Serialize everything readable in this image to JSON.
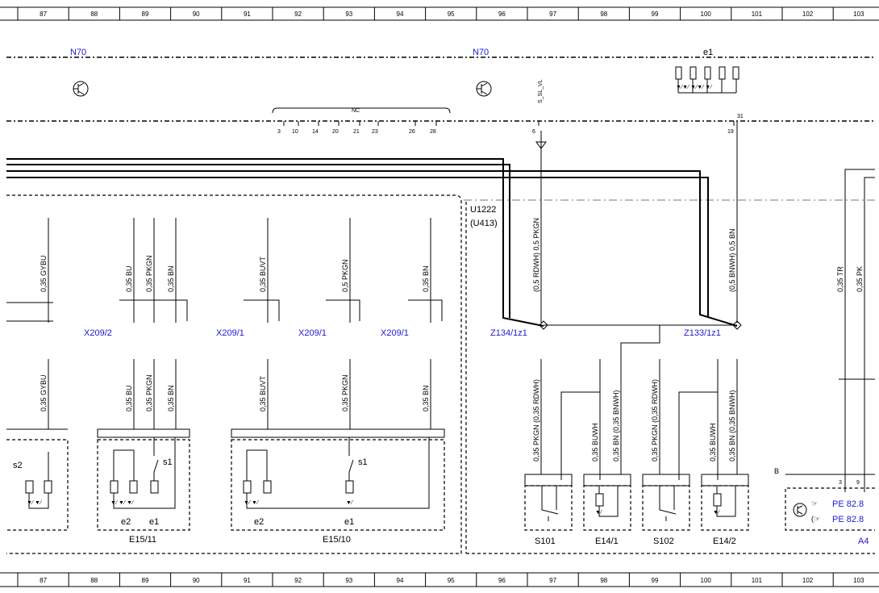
{
  "ruler": [
    "87",
    "88",
    "89",
    "90",
    "91",
    "92",
    "93",
    "94",
    "95",
    "96",
    "97",
    "98",
    "99",
    "100",
    "101",
    "102",
    "103"
  ],
  "modules": {
    "n70_left": "N70",
    "n70_right": "N70",
    "e1_top": "e1",
    "u1222": "U1222",
    "u413": "(U413)",
    "b_label": "B"
  },
  "connector_pins": [
    "3",
    "10",
    "14",
    "20",
    "21",
    "23",
    "26",
    "28",
    "6",
    "19"
  ],
  "nc_label": "NC",
  "signal_label": "S_SL_VL",
  "pin31": "31",
  "upper_wires": [
    {
      "label": "0,35 GYBU"
    },
    {
      "label": "0,35 BU"
    },
    {
      "label": "0,35 PKGN"
    },
    {
      "label": "0,35 BN"
    },
    {
      "label": "0,35 BUVT"
    },
    {
      "label": "0,5 PKGN"
    },
    {
      "label": "0,35 BN"
    },
    {
      "label": "(0,5 RDWH) 0,5 PKGN"
    },
    {
      "label": "(0,5 BNWH) 0,5 BN"
    },
    {
      "label": "0,35 TR"
    },
    {
      "label": "0,35 PK"
    }
  ],
  "connectors": [
    {
      "name": "X209/2"
    },
    {
      "name": "X209/1"
    },
    {
      "name": "X209/1"
    },
    {
      "name": "X209/1"
    }
  ],
  "splices": [
    "Z134/1z1",
    "Z133/1z1"
  ],
  "lower_wires": [
    {
      "label": "0,35 GYBU"
    },
    {
      "label": "0,35 BU"
    },
    {
      "label": "0,35 PKGN"
    },
    {
      "label": "0,35 BN"
    },
    {
      "label": "0,35 BUVT"
    },
    {
      "label": "0,35 PKGN"
    },
    {
      "label": "0,35 BN"
    },
    {
      "label": "0,35 PKGN (0,35 RDWH)"
    },
    {
      "label": "0,35 BUWH"
    },
    {
      "label": "0,35 BN (0,35 BNWH)"
    },
    {
      "label": "0,35 PKGN (0,35 RDWH)"
    },
    {
      "label": "0,35 BUWH"
    },
    {
      "label": "0,35 BN (0,35 BNWH)"
    }
  ],
  "components": {
    "e15_11": "E15/11",
    "e15_10": "E15/10",
    "s101": "S101",
    "e14_1": "E14/1",
    "s102": "S102",
    "e14_2": "E14/2",
    "a4": "A4",
    "s2": "s2",
    "s1": "s1",
    "e1": "e1",
    "e2": "e2"
  },
  "pe_refs": [
    "PE 82.8",
    "PE 82.8"
  ]
}
